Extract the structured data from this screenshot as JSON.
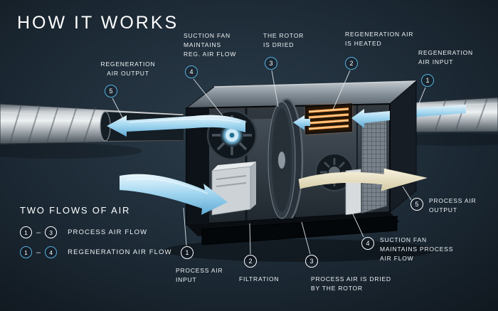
{
  "title": "HOW IT WORKS",
  "legend": {
    "title": "TWO FLOWS OF AIR",
    "separator": "–",
    "items": [
      {
        "from": "1",
        "to": "3",
        "label": "PROCESS AIR FLOW",
        "flow": "process"
      },
      {
        "from": "1",
        "to": "4",
        "label": "REGENERATION AIR FLOW",
        "flow": "regeneration"
      }
    ]
  },
  "callouts": [
    {
      "num": "5",
      "label": "REGENERATION\nAIR OUTPUT",
      "flow": "regeneration"
    },
    {
      "num": "4",
      "label": "SUCTION FAN\nMAINTAINS\nREG. AIR FLOW",
      "flow": "regeneration"
    },
    {
      "num": "3",
      "label": "THE ROTOR\nIS DRIED",
      "flow": "regeneration"
    },
    {
      "num": "2",
      "label": "REGENERATION AIR\nIS HEATED",
      "flow": "regeneration"
    },
    {
      "num": "1",
      "label": "REGENERATION\nAIR INPUT",
      "flow": "regeneration"
    },
    {
      "num": "1",
      "label": "PROCESS AIR\nINPUT",
      "flow": "process"
    },
    {
      "num": "2",
      "label": "FILTRATION",
      "flow": "process"
    },
    {
      "num": "3",
      "label": "PROCESS AIR IS DRIED\nBY THE ROTOR",
      "flow": "process"
    },
    {
      "num": "4",
      "label": "SUCTION FAN\nMAINTAINS PROCESS\nAIR FLOW",
      "flow": "process"
    },
    {
      "num": "5",
      "label": "PROCESS AIR\nOUTPUT",
      "flow": "process"
    }
  ],
  "colors": {
    "background": "#1e2c38",
    "regeneration_accent": "#56b0e0",
    "process_accent": "#ffffff",
    "airflow_blue": "#a5d8f1",
    "process_output_beige": "#efe7cc",
    "heater_orange": "#ff9d45"
  }
}
